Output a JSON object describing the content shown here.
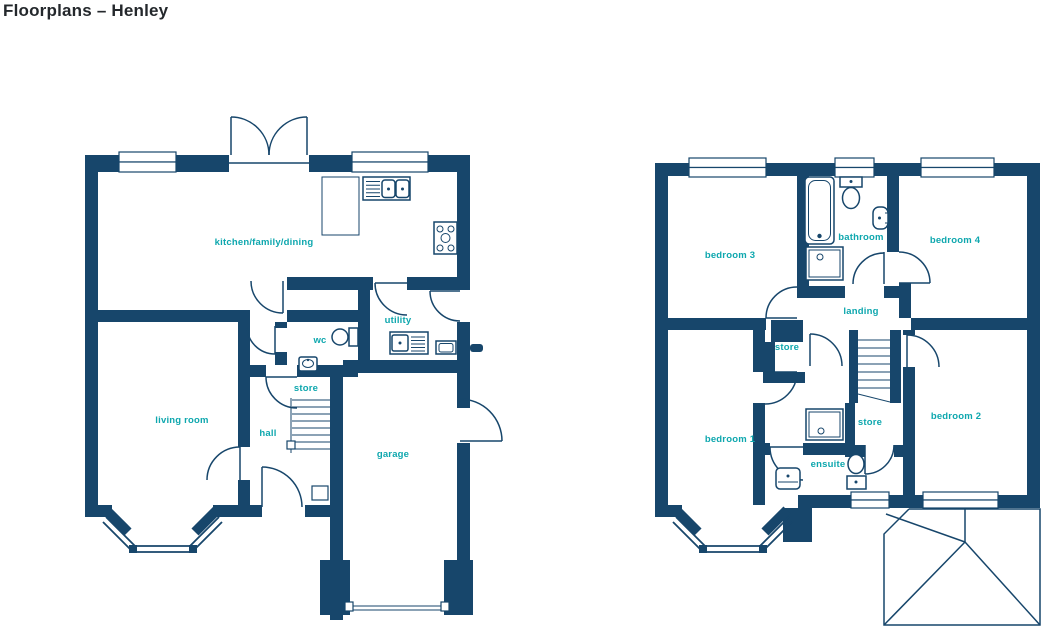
{
  "title": "Floorplans – Henley",
  "colors": {
    "wall": "#17466b",
    "label": "#0ea7ae",
    "title": "#24282c",
    "background": "#ffffff"
  },
  "ground_floor": {
    "labels": {
      "kitchen": "kitchen/family/dining",
      "utility": "utility",
      "wc": "wc",
      "store": "store",
      "hall": "hall",
      "living": "living room",
      "garage": "garage"
    }
  },
  "first_floor": {
    "labels": {
      "bedroom3": "bedroom 3",
      "bathroom": "bathroom",
      "bedroom4": "bedroom 4",
      "landing": "landing",
      "store_landing": "store",
      "bedroom1": "bedroom 1",
      "store_under_stairs": "store",
      "ensuite": "ensuite",
      "bedroom2": "bedroom 2"
    }
  }
}
